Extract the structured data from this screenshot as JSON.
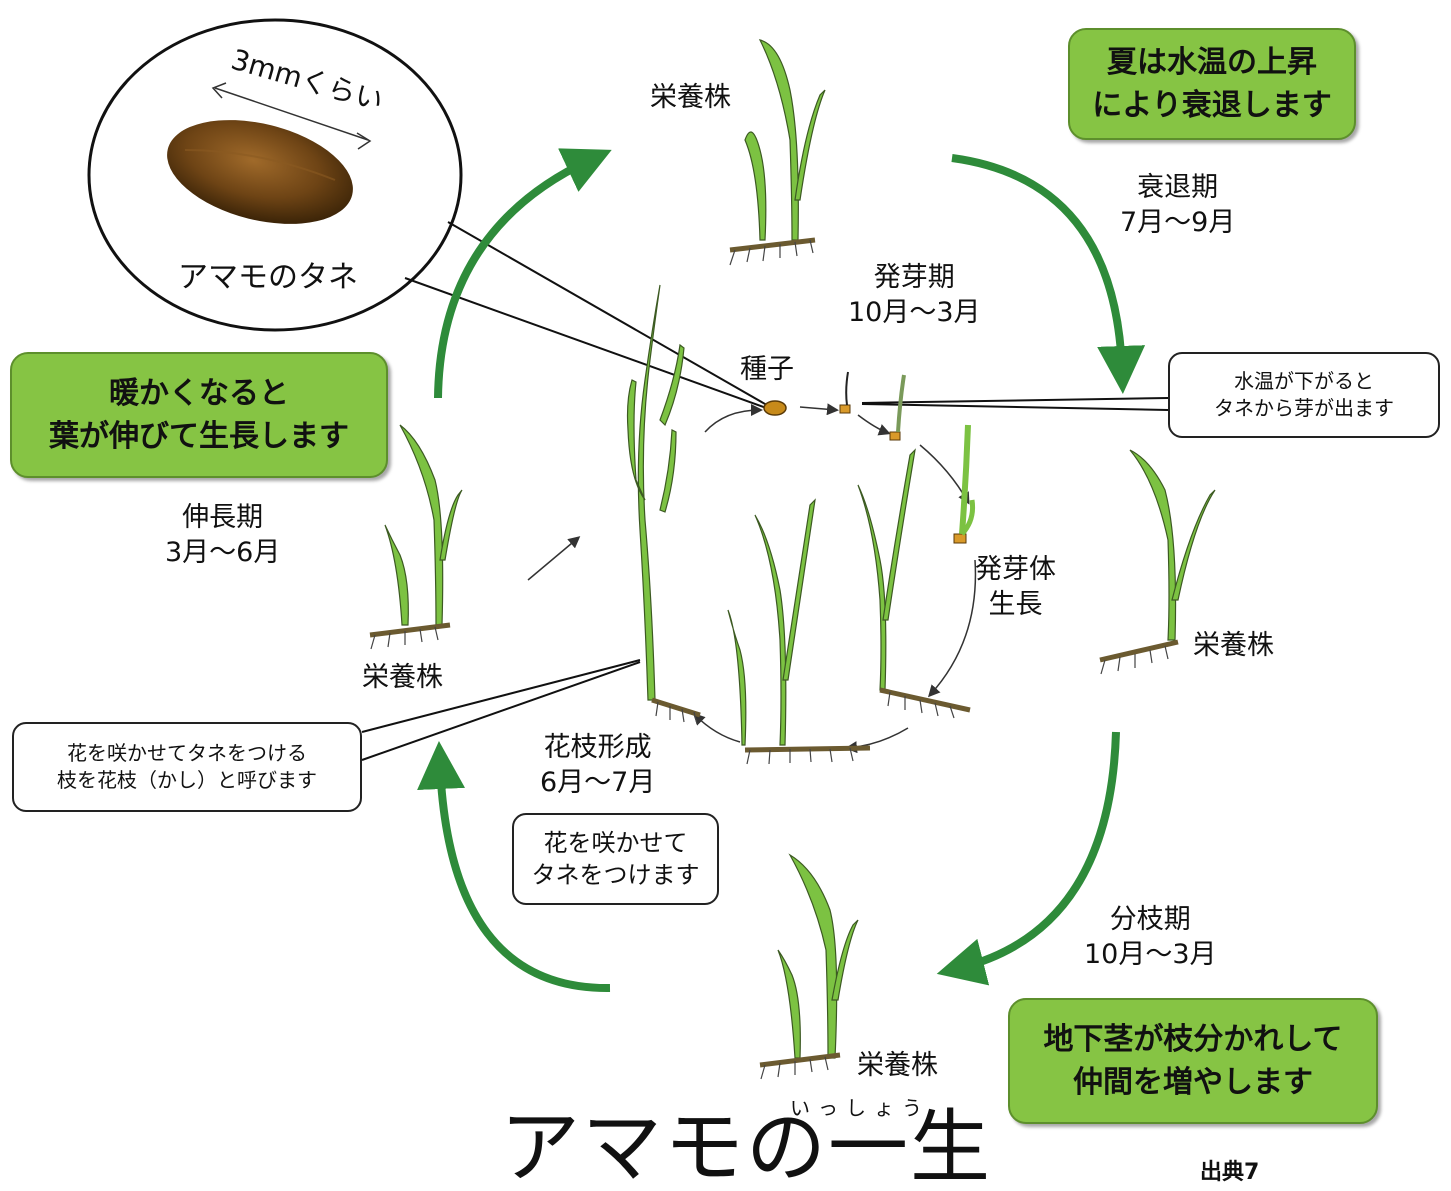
{
  "title": "アマモの一生",
  "title_ruby": "いっしょう",
  "source": "出典7",
  "seed_callout": {
    "label": "アマモのタネ",
    "size_label": "3mmくらい"
  },
  "plant_labels": {
    "top": "栄養株",
    "right": "栄養株",
    "bottom": "栄養株",
    "left": "栄養株"
  },
  "center": {
    "seed_label": "種子",
    "seedling_label": "発芽体\n生長",
    "flowering_label": "花枝形成\n6月～7月"
  },
  "stages": {
    "decline": "衰退期\n7月～9月",
    "germination": "発芽期\n10月～3月",
    "branching": "分枝期\n10月～3月",
    "elongation": "伸長期\n3月～6月"
  },
  "notes": {
    "summer": "夏は水温の上昇\nにより衰退します",
    "warm": "暖かくなると\n葉が伸びて生長します",
    "rhizome": "地下茎が枝分かれして\n仲間を増やします",
    "water_temp": "水温が下がると\nタネから芽が出ます",
    "flower_branch": "花を咲かせてタネをつける\n枝を花枝（かし）と呼びます",
    "flower_seed": "花を咲かせて\nタネをつけます"
  },
  "colors": {
    "cycle_arrow": "#2e8b3a",
    "note_fill": "#86c444",
    "leaf": "#7cc242",
    "seed": "#7a4a1a"
  }
}
